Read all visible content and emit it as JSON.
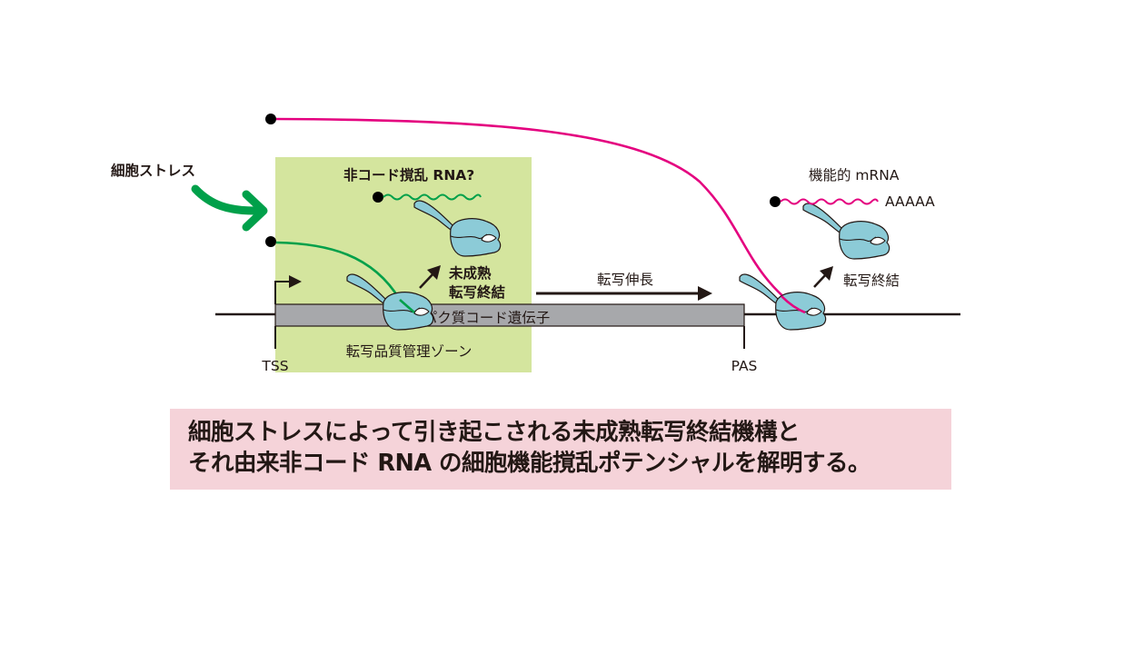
{
  "colors": {
    "zone_fill": "#d4e59e",
    "gene_fill": "#a7a8ab",
    "polymerase_fill": "#8ccbd7",
    "nc_rna": "#00a04a",
    "mrna": "#e4007f",
    "stress_arrow": "#00a04a",
    "summary_bg": "#f5d3d9"
  },
  "labels": {
    "cell_stress": "細胞ストレス",
    "nc_rna_question": "非コード撹乱 RNA?",
    "premature_line1": "未成熟",
    "premature_line2": "転写終結",
    "elongation": "転写伸長",
    "gene": "タンパク質コード遺伝子",
    "qc_zone": "転写品質管理ゾーン",
    "tss": "TSS",
    "pas": "PAS",
    "functional_mrna": "機能的 mRNA",
    "polya": "AAAAA",
    "termination": "転写終結"
  },
  "summary": {
    "line1": "細胞ストレスによって引き起こされる未成熟転写終結機構と",
    "line2": "それ由来非コード RNA の細胞機能撹乱ポテンシャルを解明する。"
  }
}
